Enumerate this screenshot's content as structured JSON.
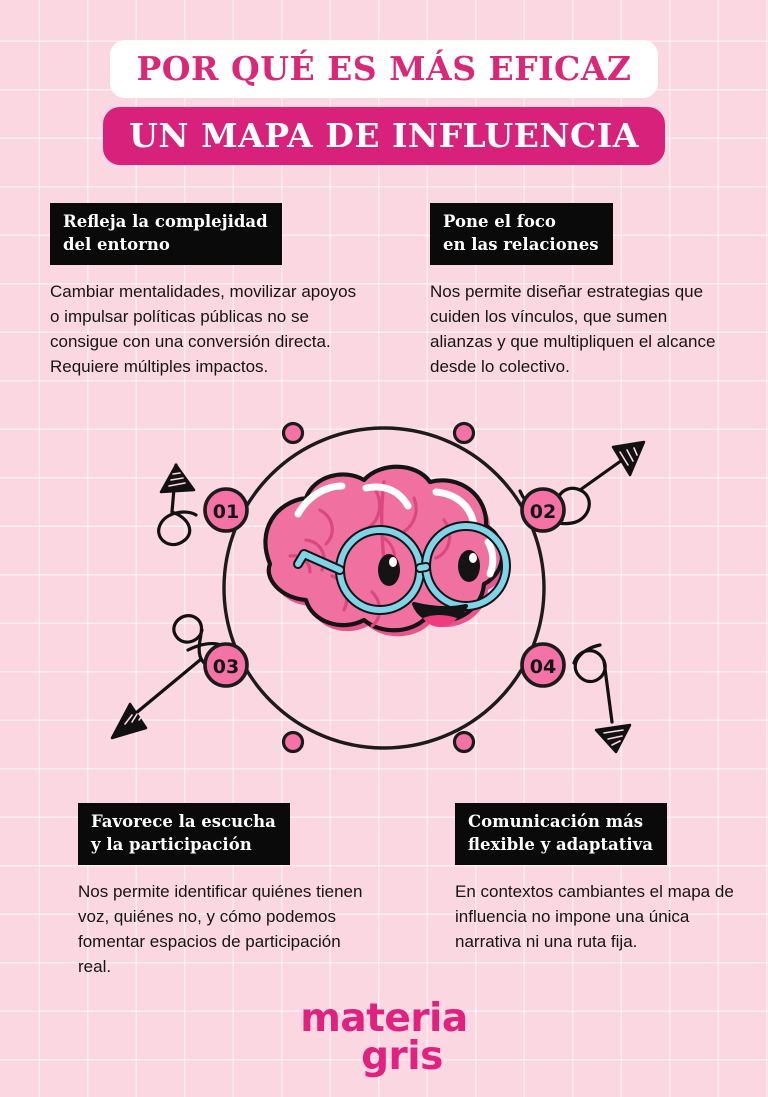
{
  "title": {
    "line1": "POR QUÉ ES MÁS EFICAZ",
    "line2": "UN MAPA DE INFLUENCIA"
  },
  "blocks": [
    {
      "id": "refleja-la-complejidad",
      "label": "Refleja la complejidad\ndel entorno",
      "body": "Cambiar mentalidades, movilizar apoyos o impulsar políticas públicas no se consigue con una conversión directa. Requiere múltiples impactos."
    },
    {
      "id": "pone-el-foco",
      "label": "Pone el foco\nen las relaciones",
      "body": "Nos permite diseñar estrategias que cuiden los vínculos, que sumen alianzas y que multipliquen el alcance desde lo colectivo."
    },
    {
      "id": "favorece-la-escucha",
      "label": "Favorece la escucha\ny la participación",
      "body": "Nos permite identificar quiénes tienen voz, quiénes no, y cómo podemos fomentar espacios de participación real."
    },
    {
      "id": "comunicacion-flexible",
      "label": "Comunicación más\nflexible y adaptativa",
      "body": "En contextos cambiantes el mapa de influencia no impone una única narrativa ni una ruta fija."
    }
  ],
  "diagram": {
    "nodes": [
      {
        "id": "node-01",
        "label": "01"
      },
      {
        "id": "node-02",
        "label": "02"
      },
      {
        "id": "node-03",
        "label": "03"
      },
      {
        "id": "node-04",
        "label": "04"
      }
    ],
    "center_illustration": "brain-with-glasses-icon",
    "doodles": [
      "curly-arrow-up-icon",
      "curly-arrow-up-right-icon",
      "curly-arrow-down-left-icon",
      "curly-arrow-down-icon"
    ]
  },
  "logo": {
    "line1": "materia",
    "line2": "gris"
  },
  "colors": {
    "background": "#fbd7e2",
    "grid_line": "#ffffff",
    "accent_pink": "#d8217a",
    "node_pink": "#f472a6",
    "brain_pink": "#f0709f",
    "brain_shadow": "#e8558e",
    "glasses_blue": "#7fd4e8",
    "label_black": "#0a0a0a",
    "body_text": "#151515",
    "logo_pink": "#e0217f"
  }
}
